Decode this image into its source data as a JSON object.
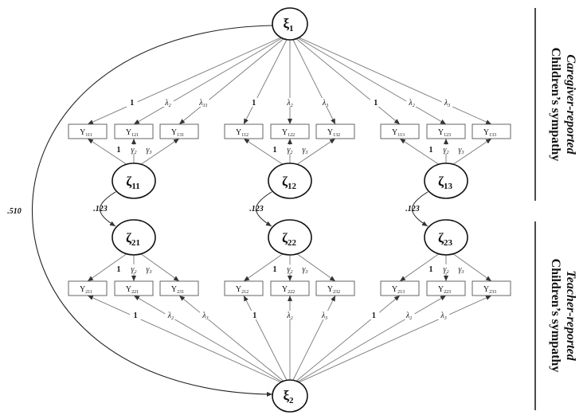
{
  "factors": {
    "xi1": {
      "sym": "ξ",
      "sub": "1"
    },
    "xi2": {
      "sym": "ξ",
      "sub": "2"
    }
  },
  "zetas": [
    {
      "sub": "11"
    },
    {
      "sub": "12"
    },
    {
      "sub": "13"
    },
    {
      "sub": "21"
    },
    {
      "sub": "22"
    },
    {
      "sub": "23"
    }
  ],
  "top_boxes": [
    {
      "main": "Y",
      "sub": "111"
    },
    {
      "main": "Y",
      "sub": "121"
    },
    {
      "main": "Y",
      "sub": "131"
    },
    {
      "main": "Y",
      "sub": "112"
    },
    {
      "main": "Y",
      "sub": "122"
    },
    {
      "main": "Y",
      "sub": "132"
    },
    {
      "main": "Y",
      "sub": "113"
    },
    {
      "main": "Y",
      "sub": "123"
    },
    {
      "main": "Y",
      "sub": "133"
    }
  ],
  "bottom_boxes": [
    {
      "main": "Y",
      "sub": "211"
    },
    {
      "main": "Y",
      "sub": "221"
    },
    {
      "main": "Y",
      "sub": "231"
    },
    {
      "main": "Y",
      "sub": "212"
    },
    {
      "main": "Y",
      "sub": "222"
    },
    {
      "main": "Y",
      "sub": "232"
    },
    {
      "main": "Y",
      "sub": "213"
    },
    {
      "main": "Y",
      "sub": "223"
    },
    {
      "main": "Y",
      "sub": "233"
    }
  ],
  "top_lambda_labels": [
    {
      "sym": "1",
      "sub": ""
    },
    {
      "sym": "λ",
      "sub": "2"
    },
    {
      "sym": "λ",
      "sub": "31"
    },
    {
      "sym": "1",
      "sub": ""
    },
    {
      "sym": "λ",
      "sub": "2"
    },
    {
      "sym": "λ",
      "sub": "3"
    },
    {
      "sym": "1",
      "sub": ""
    },
    {
      "sym": "λ",
      "sub": "2"
    },
    {
      "sym": "λ",
      "sub": "3"
    }
  ],
  "bottom_lambda_labels": [
    {
      "sym": "1",
      "sub": ""
    },
    {
      "sym": "λ",
      "sub": "2"
    },
    {
      "sym": "λ",
      "sub": "3"
    },
    {
      "sym": "1",
      "sub": ""
    },
    {
      "sym": "λ",
      "sub": "2"
    },
    {
      "sym": "λ",
      "sub": "3"
    },
    {
      "sym": "1",
      "sub": ""
    },
    {
      "sym": "λ",
      "sub": "2"
    },
    {
      "sym": "λ",
      "sub": "3"
    }
  ],
  "gamma_labels": [
    {
      "sym": "1",
      "sub": ""
    },
    {
      "sym": "γ",
      "sub": "2"
    },
    {
      "sym": "γ",
      "sub": "3"
    }
  ],
  "correlations": {
    "factor": ".510",
    "zeta": ".123"
  },
  "side_labels": {
    "top_line1": "Children’s sympathy",
    "top_line2": "Caregiver-reported",
    "bottom_line1": "Children’s sympathy",
    "bottom_line2": "Teacher-reported"
  }
}
